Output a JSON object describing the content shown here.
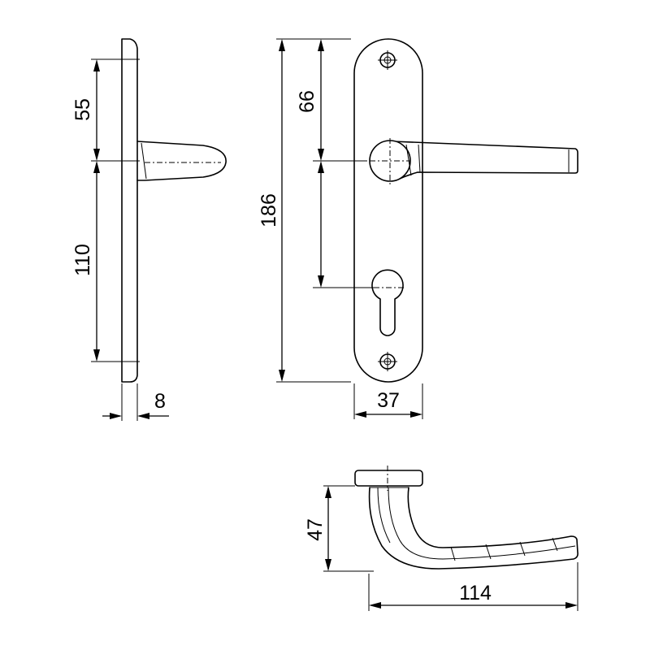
{
  "dimensions": {
    "side_upper": "55",
    "side_lower": "110",
    "thickness": "8",
    "total_height": "186",
    "handle_to_top": "66",
    "plate_width": "37",
    "lever_height": "47",
    "lever_length": "114"
  }
}
